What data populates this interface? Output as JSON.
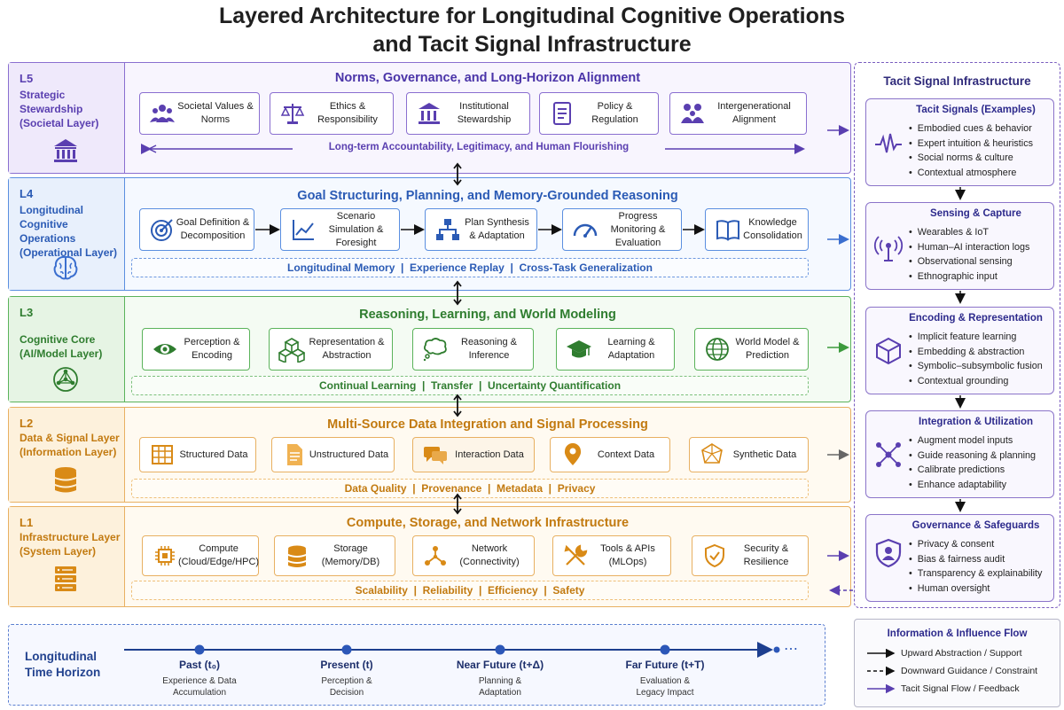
{
  "title": {
    "line1": "Layered Architecture for Longitudinal Cognitive Operations",
    "line2": "and Tacit Signal Infrastructure"
  },
  "colors": {
    "l5": "#7b5cc7",
    "l4": "#4b83d6",
    "l3": "#4ea64d",
    "l2": "#e3a23b",
    "l1": "#e0a052",
    "tacit": "#7a5dbf"
  },
  "layers": {
    "l5": {
      "num": "L5",
      "name": "Strategic Stewardship (Societal Layer)",
      "heading": "Norms, Governance, and Long-Horizon Alignment",
      "icon": "institution-icon",
      "boxes": [
        {
          "label": "Societal Values & Norms",
          "icon": "people-group-icon"
        },
        {
          "label": "Ethics & Responsibility",
          "icon": "scales-icon"
        },
        {
          "label": "Institutional Stewardship",
          "icon": "building-icon"
        },
        {
          "label": "Policy & Regulation",
          "icon": "document-icon"
        },
        {
          "label": "Intergenerational Alignment",
          "icon": "family-icon"
        }
      ],
      "band": "Long-term Accountability, Legitimacy, and Human Flourishing"
    },
    "l4": {
      "num": "L4",
      "name": "Longitudinal Cognitive Operations (Operational Layer)",
      "heading": "Goal Structuring, Planning, and Memory-Grounded Reasoning",
      "icon": "brain-icon",
      "boxes": [
        {
          "label": "Goal Definition & Decomposition",
          "icon": "target-icon"
        },
        {
          "label": "Scenario Simulation & Foresight",
          "icon": "line-chart-icon"
        },
        {
          "label": "Plan Synthesis & Adaptation",
          "icon": "hierarchy-icon"
        },
        {
          "label": "Progress Monitoring & Evaluation",
          "icon": "gauge-icon"
        },
        {
          "label": "Knowledge Consolidation",
          "icon": "book-icon"
        }
      ],
      "band": "Longitudinal Memory  |  Experience Replay  |  Cross-Task Generalization"
    },
    "l3": {
      "num": "L3",
      "name": "Cognitive Core (AI/Model Layer)",
      "heading": "Reasoning, Learning, and World Modeling",
      "icon": "network-icon",
      "boxes": [
        {
          "label": "Perception & Encoding",
          "icon": "eye-icon"
        },
        {
          "label": "Representation & Abstraction",
          "icon": "cubes-icon"
        },
        {
          "label": "Reasoning & Inference",
          "icon": "thought-bubble-icon"
        },
        {
          "label": "Learning & Adaptation",
          "icon": "graduation-cap-icon"
        },
        {
          "label": "World Model & Prediction",
          "icon": "globe-icon"
        }
      ],
      "band": "Continual Learning  |  Transfer  |  Uncertainty Quantification"
    },
    "l2": {
      "num": "L2",
      "name": "Data & Signal Layer (Information Layer)",
      "heading": "Multi-Source Data Integration and Signal Processing",
      "icon": "database-icon",
      "boxes": [
        {
          "label": "Structured Data",
          "icon": "table-icon"
        },
        {
          "label": "Unstructured Data",
          "icon": "file-icon"
        },
        {
          "label": "Interaction Data",
          "icon": "chat-icon"
        },
        {
          "label": "Context Data",
          "icon": "map-pin-icon"
        },
        {
          "label": "Synthetic Data",
          "icon": "polyhedron-icon"
        }
      ],
      "band": "Data Quality  |  Provenance  |  Metadata  |  Privacy"
    },
    "l1": {
      "num": "L1",
      "name": "Infrastructure Layer (System Layer)",
      "heading": "Compute, Storage, and Network Infrastructure",
      "icon": "server-icon",
      "boxes": [
        {
          "label": "Compute (Cloud/Edge/HPC)",
          "icon": "chip-icon"
        },
        {
          "label": "Storage (Memory/DB)",
          "icon": "storage-icon"
        },
        {
          "label": "Network (Connectivity)",
          "icon": "network-nodes-icon"
        },
        {
          "label": "Tools & APIs (MLOps)",
          "icon": "tools-icon"
        },
        {
          "label": "Security & Resilience",
          "icon": "shield-check-icon"
        }
      ],
      "band": "Scalability  |  Reliability  |  Efficiency  |  Safety"
    }
  },
  "tacit": {
    "heading": "Tacit Signal Infrastructure",
    "sections": [
      {
        "title": "Tacit Signals (Examples)",
        "icon": "waveform-icon",
        "items": [
          "Embodied cues & behavior",
          "Expert intuition & heuristics",
          "Social norms & culture",
          "Contextual atmosphere"
        ]
      },
      {
        "title": "Sensing & Capture",
        "icon": "antenna-icon",
        "items": [
          "Wearables & IoT",
          "Human–AI interaction logs",
          "Observational sensing",
          "Ethnographic input"
        ]
      },
      {
        "title": "Encoding & Representation",
        "icon": "cube-icon",
        "items": [
          "Implicit feature learning",
          "Embedding & abstraction",
          "Symbolic–subsymbolic fusion",
          "Contextual grounding"
        ]
      },
      {
        "title": "Integration & Utilization",
        "icon": "hub-icon",
        "items": [
          "Augment model inputs",
          "Guide reasoning & planning",
          "Calibrate predictions",
          "Enhance adaptability"
        ]
      },
      {
        "title": "Governance & Safeguards",
        "icon": "shield-user-icon",
        "items": [
          "Privacy & consent",
          "Bias & fairness audit",
          "Transparency & explainability",
          "Human oversight"
        ]
      }
    ]
  },
  "timeline": {
    "label": "Longitudinal Time Horizon",
    "points": [
      {
        "title": "Past (t₀)",
        "desc": "Experience & Data Accumulation"
      },
      {
        "title": "Present (t)",
        "desc": "Perception & Decision"
      },
      {
        "title": "Near Future (t+Δ)",
        "desc": "Planning & Adaptation"
      },
      {
        "title": "Far Future (t+T)",
        "desc": "Evaluation & Legacy Impact"
      }
    ],
    "ellipsis": "⋯"
  },
  "legend": {
    "title": "Information & Influence Flow",
    "items": [
      "Upward Abstraction / Support",
      "Downward Guidance / Constraint",
      "Tacit Signal Flow / Feedback"
    ]
  }
}
